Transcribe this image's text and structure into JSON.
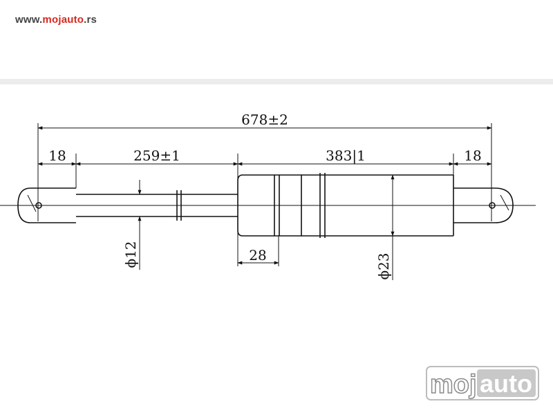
{
  "site": {
    "prefix": "www.",
    "brand": "mojauto",
    "suffix": ".rs"
  },
  "drawing": {
    "dimensions": {
      "overall_length": "678±2",
      "left_eye": "18",
      "rod_length": "259±1",
      "body_length": "383|1",
      "right_eye": "18",
      "rod_diameter": "ϕ12",
      "collar_width": "28",
      "body_diameter": "ϕ23"
    }
  },
  "watermark": {
    "part1": "moj",
    "part2": "auto"
  },
  "colors": {
    "brand_red": "#d6281e",
    "line": "#111111",
    "watermark_gray": "#8a8a8a"
  }
}
